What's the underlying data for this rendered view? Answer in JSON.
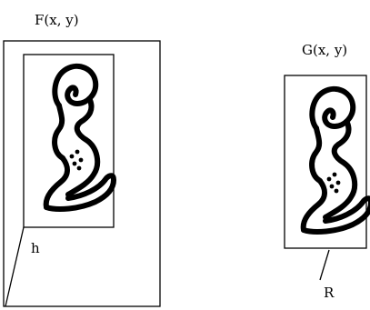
{
  "left_panel": {
    "function_label": "F(x, y)",
    "pointer_label": "h"
  },
  "right_panel": {
    "function_label": "G(x, y)",
    "pointer_label": "R"
  },
  "colors": {
    "stroke": "#000000",
    "background": "#ffffff"
  }
}
